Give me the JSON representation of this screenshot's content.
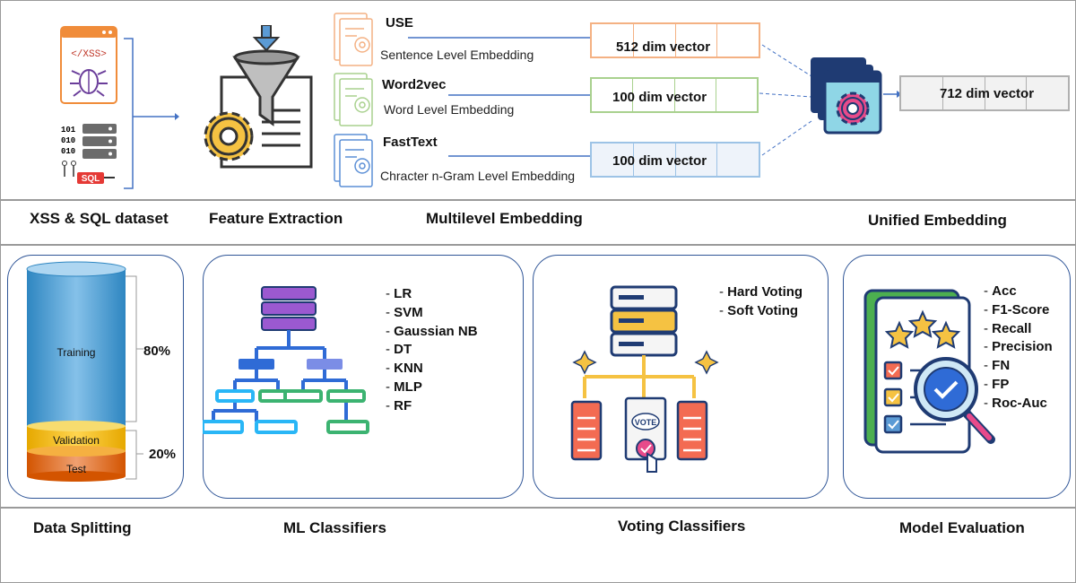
{
  "stages": {
    "dataset": "XSS & SQL dataset",
    "feature_extraction": "Feature Extraction",
    "multilevel": "Multilevel Embedding",
    "unified": "Unified Embedding",
    "data_splitting": "Data Splitting",
    "ml_classifiers": "ML Classifiers",
    "voting_classifiers": "Voting Classifiers",
    "model_evaluation": "Model Evaluation"
  },
  "dataset_icons": {
    "xss_label": "</XSS>",
    "sql_label": "SQL",
    "binary": [
      "101",
      "010",
      "010"
    ]
  },
  "embeddings": [
    {
      "name": "USE",
      "desc": "Sentence Level Embedding",
      "vector": "512 dim vector",
      "color": "#f4b183",
      "fill": "#ffffff"
    },
    {
      "name": "Word2vec",
      "desc": "Word Level Embedding",
      "vector": "100 dim vector",
      "color": "#a9d18e",
      "fill": "#ffffff"
    },
    {
      "name": "FastText",
      "desc": "Chracter n-Gram Level Embedding",
      "vector": "100 dim vector",
      "color": "#9dc3e6",
      "fill": "#eef3fa"
    }
  ],
  "unified_vector": "712 dim vector",
  "splits": {
    "training": "Training",
    "validation": "Validation",
    "test": "Test",
    "training_pct": "80%",
    "other_pct": "20%"
  },
  "classifiers": [
    "LR",
    "SVM",
    "Gaussian NB",
    "DT",
    "KNN",
    "MLP",
    "RF"
  ],
  "voting": [
    "Hard Voting",
    "Soft Voting"
  ],
  "vote_label": "VOTE",
  "metrics": [
    "Acc",
    "F1-Score",
    "Recall",
    "Precision",
    "FN",
    "FP",
    "Roc-Auc"
  ],
  "colors": {
    "divider": "#9a9a9a",
    "panel_border": "#2f5597",
    "arrow": "#4472c4",
    "server_navy": "#1f3b73",
    "server_yellow": "#f5c242",
    "server_red": "#f36b52",
    "tree_purple": "#9b59d0",
    "tree_blue": "#2f6bd6",
    "tree_green": "#3cb371",
    "tree_cyan": "#29b6f6"
  }
}
